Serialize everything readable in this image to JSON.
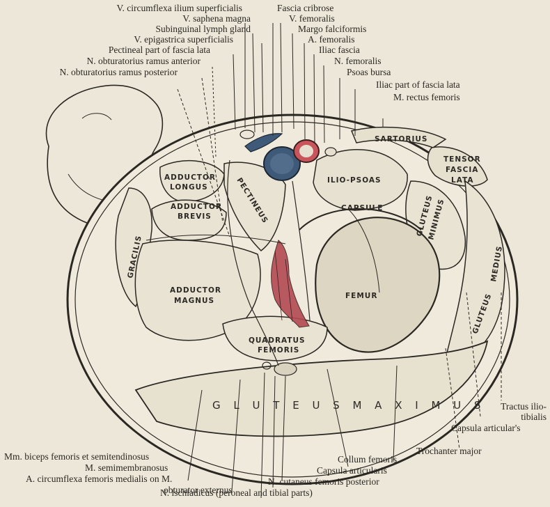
{
  "labels": {
    "top": {
      "circumflexa_ilium": "V. circumflexa ilium superficialis",
      "fascia_cribrose": "Fascia cribrose",
      "saphena_magna": "V. saphena magna",
      "v_femoralis": "V. femoralis",
      "subinguinal_gland": "Subinguinal lymph gland",
      "margo_falciformis": "Margo falciformis",
      "epigastrica": "V. epigastrica superficialis",
      "a_femoralis": "A. femoralis",
      "pectineal_fascia": "Pectineal part of fascia lata",
      "iliac_fascia": "Iliac fascia",
      "obt_anterior": "N. obturatorius ramus anterior",
      "n_femoralis": "N. femoralis",
      "obt_posterior": "N. obturatorius ramus posterior",
      "psoas_bursa": "Psoas bursa",
      "iliac_part_fascia": "Iliac part of fascia lata",
      "rectus_femoris": "M. rectus femoris"
    },
    "right": {
      "tractus_1": "Tractus ilio-",
      "tractus_2": "tibialis",
      "capsula_articularis": "Capsula articular's",
      "trochanter_major": "Trochanter major"
    },
    "bottom": {
      "biceps": "Mm. biceps femoris et semitendinosus",
      "semimembranosus": "M. semimembranosus",
      "collum_femoris": "Collum femoris",
      "circumflexa_medialis": "A. circumflexa femoris medialis on M.",
      "capsula_articularis": "Capsula articularis",
      "obturator_externus": "obturator externus",
      "cutaneus": "N. cutaneus femoris posterior",
      "ischiadicus": "N. ischiadicus (peroneal and tibial parts)"
    }
  },
  "muscles": {
    "sartorius": "SARTORIUS",
    "tensor_1": "TENSOR",
    "tensor_2": "FASCIA",
    "tensor_3": "LATA",
    "adductor_longus_1": "ADDUCTOR",
    "adductor_longus_2": "LONGUS",
    "pectineus": "PECTINEUS",
    "ilio_psoas": "ILIO-PSOAS",
    "capsule": "CAPSULE",
    "adductor_brevis_1": "ADDUCTOR",
    "adductor_brevis_2": "BREVIS",
    "gracilis": "GRACILIS",
    "gluteus_minimus_1": "GLUTEUS",
    "gluteus_minimus_2": "MINIMUS",
    "gluteus_medius": "MEDIUS",
    "gluteus_medius_2": "GLUTEUS",
    "adductor_magnus_1": "ADDUCTOR",
    "adductor_magnus_2": "MAGNUS",
    "femur": "FEMUR",
    "quadratus_1": "QUADRATUS",
    "quadratus_2": "FEMORIS",
    "gluteus_maximus": "G L U T E U S   M A X I M U S"
  },
  "colors": {
    "background": "#ece7d8",
    "ink": "#2b2722",
    "artery": "#c8555c",
    "vein": "#3f5a78",
    "nerve_bundle": "#b24a52"
  }
}
